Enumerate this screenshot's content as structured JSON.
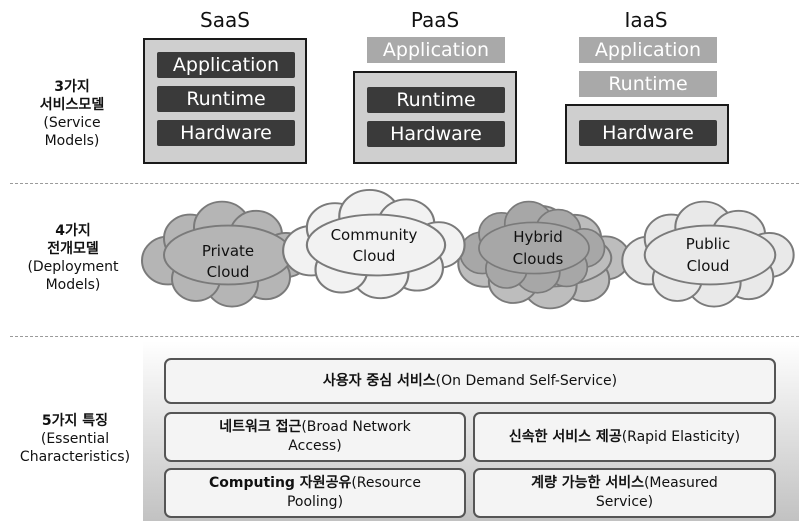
{
  "service_models": {
    "label_bold_1": "3가지",
    "label_bold_2": "서비스모델",
    "label_en_1": "(Service",
    "label_en_2": "Models)",
    "saas": {
      "title": "SaaS",
      "layers": [
        "Application",
        "Runtime",
        "Hardware"
      ]
    },
    "paas": {
      "title": "PaaS",
      "layers": [
        "Application",
        "Runtime",
        "Hardware"
      ]
    },
    "iaas": {
      "title": "IaaS",
      "layers": [
        "Application",
        "Runtime",
        "Hardware"
      ]
    }
  },
  "deployment_models": {
    "label_bold_1": "4가지",
    "label_bold_2": "전개모델",
    "label_en_1": "(Deployment",
    "label_en_2": "Models)",
    "clouds": [
      {
        "line1": "Private",
        "line2": "Cloud"
      },
      {
        "line1": "Community",
        "line2": "Cloud"
      },
      {
        "line1": "Hybrid",
        "line2": "Clouds"
      },
      {
        "line1": "Public",
        "line2": "Cloud"
      }
    ]
  },
  "characteristics": {
    "label_bold_1": "5가지 특징",
    "label_en_1": "(Essential",
    "label_en_2": "Characteristics)",
    "on_demand": {
      "ko": "사용자 중심 서비스",
      "en": "(On Demand Self-Service)"
    },
    "broad_network": {
      "ko": "네트워크 접근",
      "en_1": "(Broad Network",
      "en_2": "Access)"
    },
    "rapid_elasticity": {
      "ko": "신속한 서비스 제공",
      "en": "(Rapid Elasticity)"
    },
    "resource_pooling": {
      "ko": "Computing 자원공유",
      "en_1": "(Resource",
      "en_2": "Pooling)"
    },
    "measured_service": {
      "ko": "계량 가능한 서비스",
      "en_1": "(Measured",
      "en_2": "Service)"
    }
  },
  "colors": {
    "dark_layer": "#3a3a3a",
    "light_layer": "#a9a9a9",
    "frame_fill": "#cfcfcf",
    "cloud_fill": "#b5b5b5",
    "cloud_fill_light": "#eeeeee"
  }
}
